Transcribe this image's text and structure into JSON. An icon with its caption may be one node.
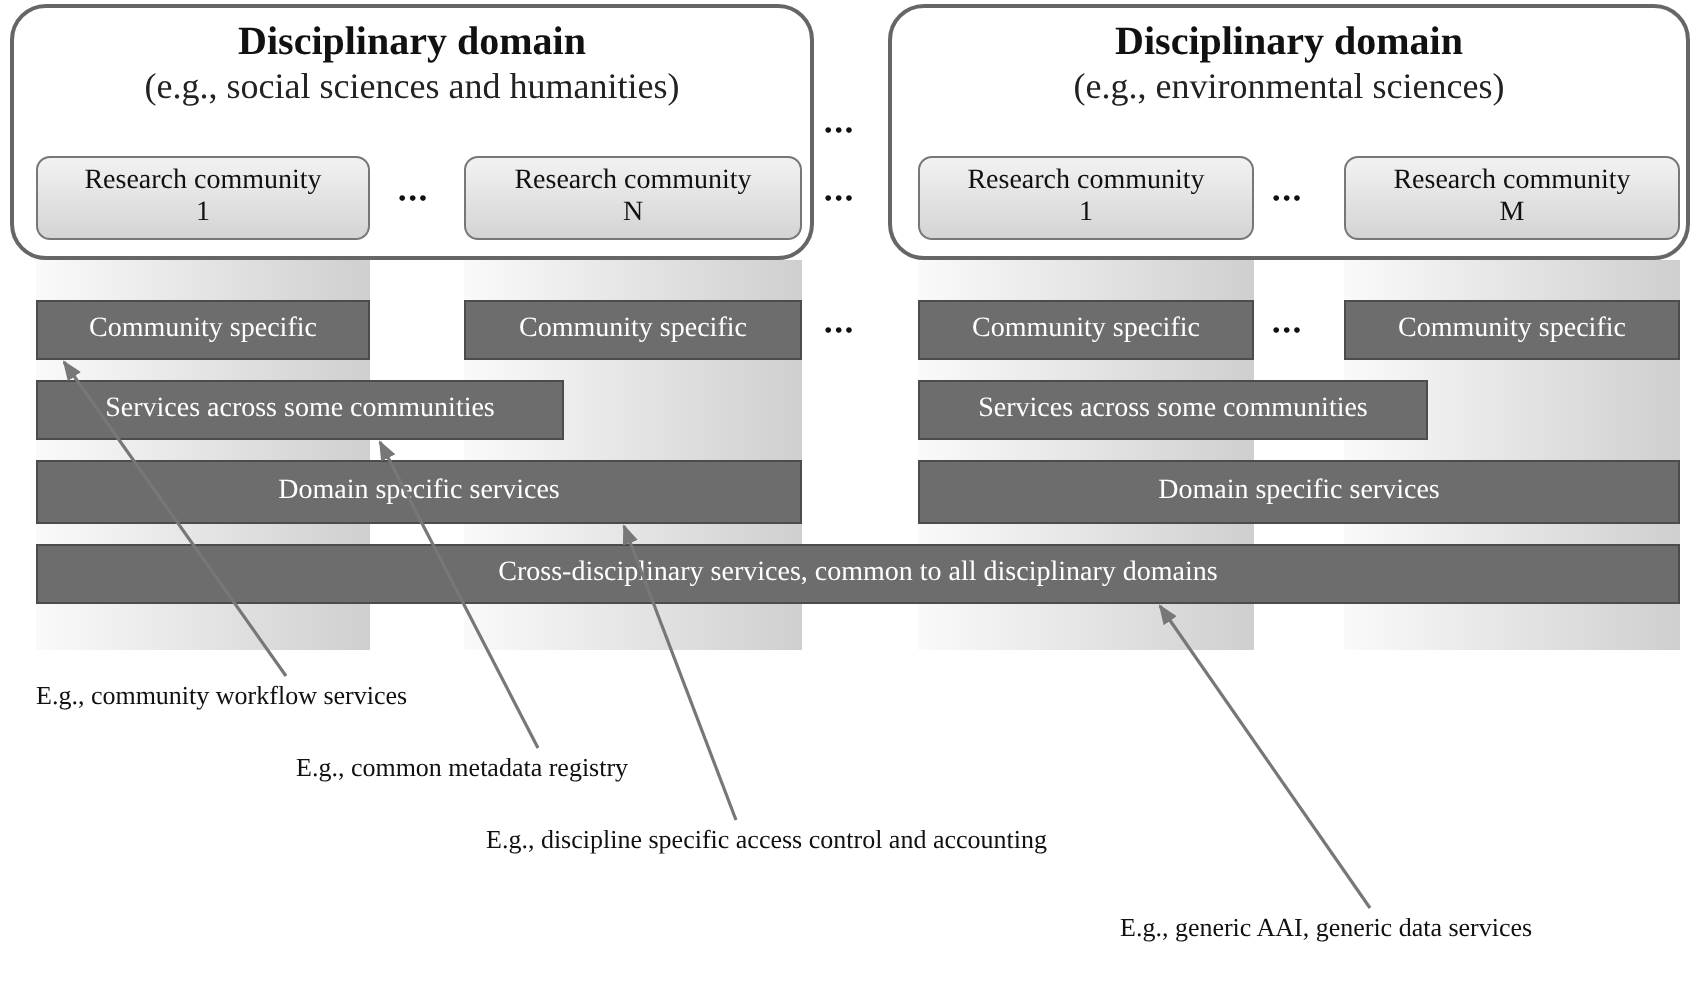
{
  "diagram": {
    "nodes": [
      {
        "text": [
          "Disciplinary domain",
          "(e.g., social sciences and humanities)"
        ]
      },
      {
        "text": [
          "Research community 1"
        ],
        "in": 0
      },
      {
        "text": [
          "Research community N"
        ],
        "in": 0
      },
      {
        "text": [
          "Disciplinary domain",
          "(e.g., environmental sciences)"
        ]
      },
      {
        "text": [
          "Research community 1"
        ],
        "in": 3
      },
      {
        "text": [
          "Research community M"
        ],
        "in": 3
      },
      {
        "text": [
          "Community specific"
        ]
      },
      {
        "text": [
          "Community specific"
        ]
      },
      {
        "text": [
          "Community specific"
        ]
      },
      {
        "text": [
          "Community specific"
        ]
      },
      {
        "text": [
          "Services across some communities"
        ]
      },
      {
        "text": [
          "Services across some communities"
        ]
      },
      {
        "text": [
          "Domain specific services"
        ]
      },
      {
        "text": [
          "Domain specific services"
        ]
      },
      {
        "text": [
          "Cross-disciplinary services, common to all disciplinary domains"
        ]
      },
      {
        "text": [
          "E.g., community workflow services"
        ]
      },
      {
        "text": [
          "E.g., common metadata registry"
        ]
      },
      {
        "text": [
          "E.g., discipline specific access control and accounting"
        ]
      },
      {
        "text": [
          "E.g., generic AAI, generic data services"
        ]
      }
    ],
    "edges": [
      {
        "from": 15,
        "to": 6,
        "arrow": "to"
      },
      {
        "from": 16,
        "to": 10,
        "arrow": "to"
      },
      {
        "from": 17,
        "to": 12,
        "arrow": "to"
      },
      {
        "from": 18,
        "to": 14,
        "arrow": "to"
      }
    ],
    "labels": [
      "•••",
      "•••",
      "•••",
      "•••",
      "•••",
      "•••"
    ]
  }
}
